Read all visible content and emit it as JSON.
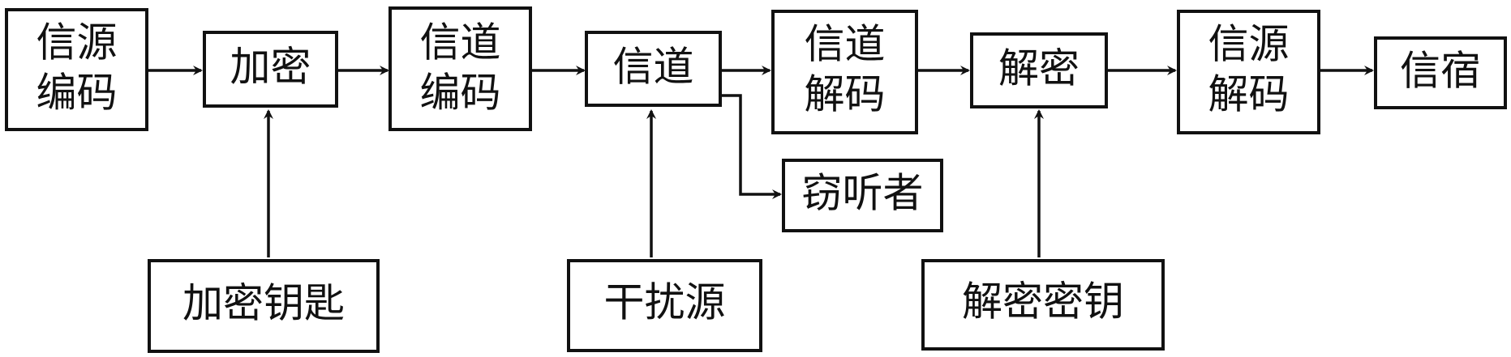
{
  "diagram": {
    "nodes": {
      "source_coding": [
        "信源",
        "编码"
      ],
      "encryption": "加密",
      "channel_coding": [
        "信道",
        "编码"
      ],
      "channel": "信道",
      "channel_decoding": [
        "信道",
        "解码"
      ],
      "decryption": "解密",
      "source_decoding": [
        "信源",
        "解码"
      ],
      "sink": "信宿",
      "eavesdropper": "窃听者",
      "encryption_key": "加密钥匙",
      "interference_source": "干扰源",
      "decryption_key": "解密密钥"
    }
  }
}
